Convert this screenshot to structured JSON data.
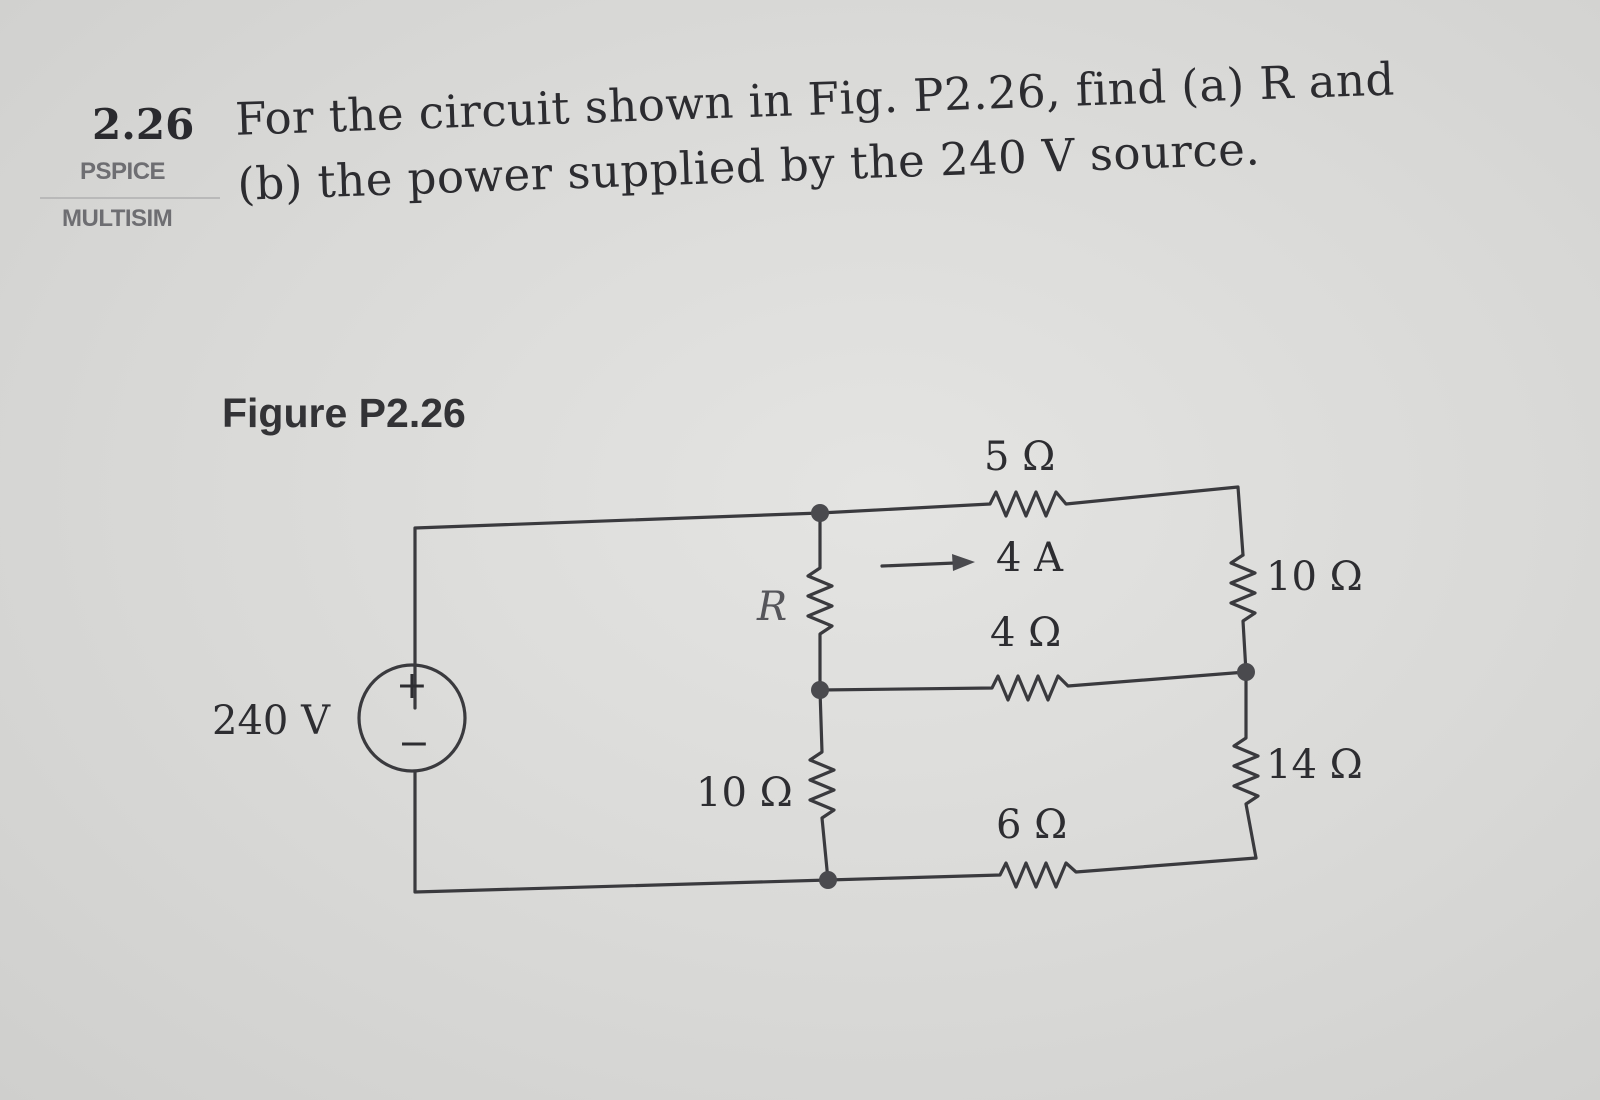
{
  "problem": {
    "number": "2.26",
    "tags": [
      "PSPICE",
      "MULTISIM"
    ],
    "statement_lines": [
      "For the circuit shown in Fig. P2.26, find (a) R and",
      "(b) the power supplied by the 240 V source."
    ]
  },
  "figure": {
    "caption": "Figure P2.26",
    "source": {
      "label": "240 V",
      "plus": "+",
      "minus": "−"
    },
    "resistors": {
      "top": "5 Ω",
      "r": "R",
      "middle": "4 Ω",
      "bottom_left": "10 Ω",
      "right_top": "10 Ω",
      "right_bottom": "14 Ω",
      "bottom": "6 Ω"
    },
    "current": {
      "label": "4 A"
    }
  }
}
